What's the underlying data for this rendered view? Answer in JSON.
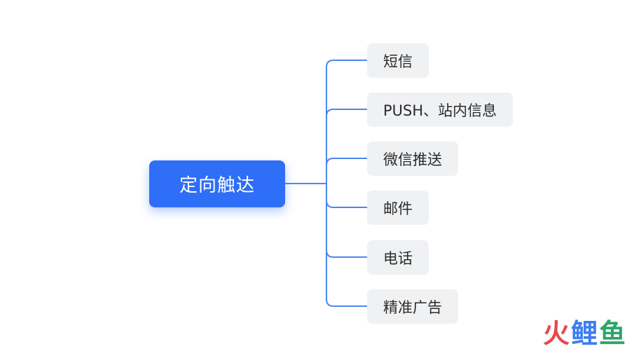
{
  "root": {
    "label": "定向触达"
  },
  "children": [
    {
      "label": "短信"
    },
    {
      "label": "PUSH、站内信息"
    },
    {
      "label": "微信推送"
    },
    {
      "label": "邮件"
    },
    {
      "label": "电话"
    },
    {
      "label": "精准广告"
    }
  ],
  "colors": {
    "root_fill": "#2f6ef6",
    "connector": "#4d86f0",
    "child_fill": "#f0f1f3",
    "watermark_1": "#e8474b",
    "watermark_2": "#3d7df2",
    "watermark_3": "#2aa66a"
  },
  "watermark": {
    "c1": "火",
    "c2": "鲤",
    "c3": "鱼"
  }
}
